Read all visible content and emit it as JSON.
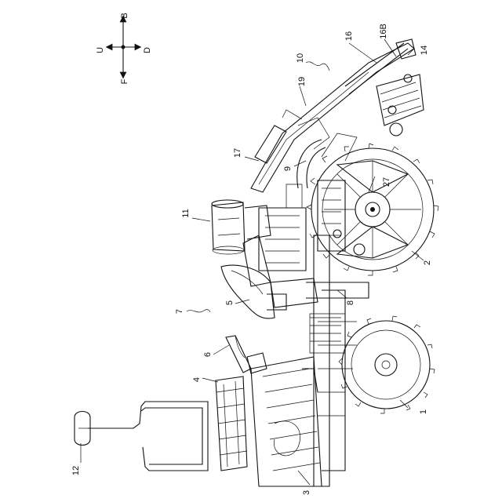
{
  "compass": {
    "up": "U",
    "back": "B",
    "down": "D",
    "front": "F"
  },
  "labels": {
    "l1": "1",
    "l2": "2",
    "l3": "3",
    "l4": "4",
    "l5": "5",
    "l6": "6",
    "l7": "7",
    "l8": "8",
    "l9": "9",
    "l10": "10",
    "l11": "11",
    "l12": "12",
    "l14": "14",
    "l16": "16",
    "l16b": "16B",
    "l17": "17",
    "l19": "19",
    "l27": "27"
  }
}
